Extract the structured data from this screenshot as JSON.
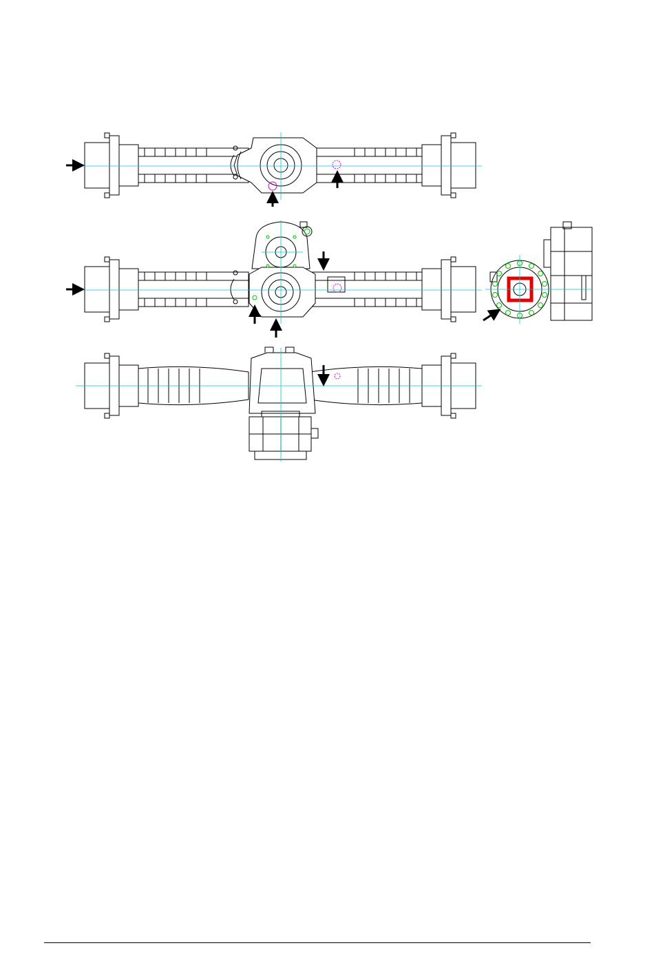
{
  "page": {
    "background": "#ffffff"
  },
  "palette": {
    "line": "#000000",
    "centerline": "#00c8d8",
    "marker_magenta": "#e000e0",
    "marker_green": "#00c000",
    "highlight_red": "#e00000",
    "arrow": "#000000"
  },
  "views": [
    {
      "id": "top-view",
      "type": "axle-plan"
    },
    {
      "id": "front-view",
      "type": "axle-elevation-with-gearbox"
    },
    {
      "id": "side-view",
      "type": "end-view-flange"
    },
    {
      "id": "bottom-view",
      "type": "axle-underside-with-drive"
    }
  ],
  "icons": {
    "arrow": "arrow-icon",
    "fill_port": "plug-icon",
    "drain_port": "drain-plug-icon"
  }
}
